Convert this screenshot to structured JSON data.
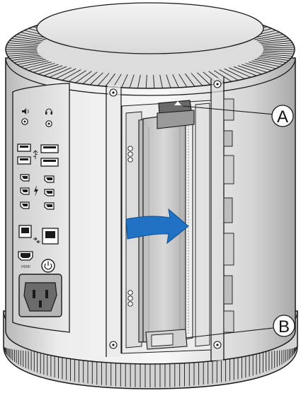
{
  "callouts": [
    {
      "id": "A",
      "label": "A"
    },
    {
      "id": "B",
      "label": "B"
    }
  ],
  "ports": {
    "hdmi_label": "HDMI"
  },
  "colors": {
    "arrow": "#1f72c4",
    "body_light": "#f2f2f2",
    "body_mid": "#d6d6d6",
    "body_dark": "#9a9a9a",
    "outline": "#1a1a1a",
    "module": "#c9c9c9"
  },
  "icons": [
    "speaker-icon",
    "headphone-icon",
    "usb-icon",
    "thunderbolt-icon",
    "ethernet-icon",
    "power-icon",
    "hdmi-icon"
  ]
}
